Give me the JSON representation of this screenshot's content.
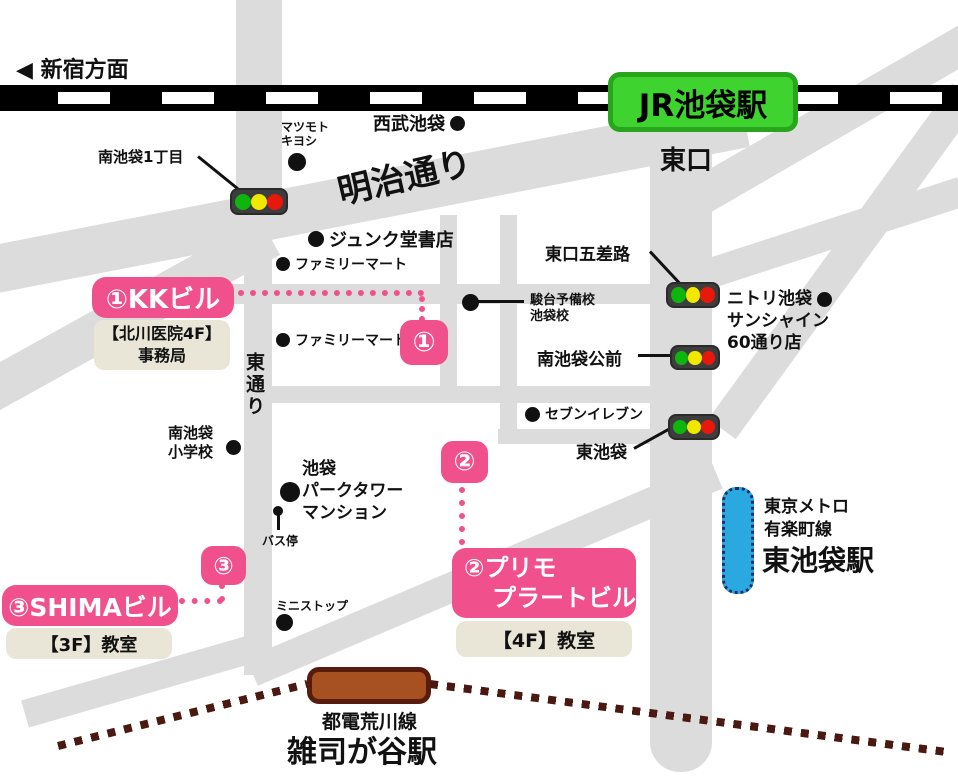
{
  "header": {
    "direction_sign": "◀ 新宿方面"
  },
  "stations": {
    "jr": {
      "label": "JR池袋駅",
      "exit": "東口"
    },
    "metro": {
      "line1": "東京メトロ",
      "line2": "有楽町線",
      "name": "東池袋駅"
    },
    "tram": {
      "line": "都電荒川線",
      "name": "雑司が谷駅"
    }
  },
  "streets": {
    "meiji": "明治通り",
    "higashi": "東通り"
  },
  "traffic_lights": {
    "t1": {
      "label": "南池袋1丁目"
    },
    "t2": {
      "label": "東口五差路"
    },
    "t3": {
      "label": "南池袋公前"
    },
    "t4": {
      "label": "東池袋"
    }
  },
  "pois": {
    "seibu": "西武池袋",
    "matsumoto": {
      "line1": "マツモト",
      "line2": "キヨシ"
    },
    "junkudo": "ジュンク堂書店",
    "familymart1": "ファミリーマート",
    "familymart2": "ファミリーマート",
    "sundai": {
      "line1": "駿台予備校",
      "line2": "池袋校"
    },
    "nitori": {
      "line1": "ニトリ池袋",
      "line2": "サンシャイン",
      "line3": "60通り店"
    },
    "seveneleven": "セブンイレブン",
    "elementary": {
      "line1": "南池袋",
      "line2": "小学校"
    },
    "parktower": {
      "line1": "池袋",
      "line2": "パークタワー",
      "line3": "マンション"
    },
    "busstop": "バス停",
    "ministop": "ミニストップ"
  },
  "destinations": {
    "d1": {
      "badge": "①",
      "title": "①KKビル",
      "note1": "【北川医院4F】",
      "note2": "事務局"
    },
    "d2": {
      "badge": "②",
      "title1": "②プリモ",
      "title2": "プラートビル",
      "note": "【4F】教室"
    },
    "d3": {
      "badge": "③",
      "title": "③SHIMAビル",
      "note": "【3F】教室"
    }
  },
  "colors": {
    "road": "#dcdcdc",
    "accent_pink": "#f0508c",
    "note_beige": "#eae6d7",
    "jr_green": "#3ed32e",
    "jr_green_border": "#28a51d",
    "metro_blue": "#2aa9e0",
    "metro_border_navy": "#1b2d6b",
    "tram_brown": "#a6511f",
    "tram_border": "#571c0d",
    "tram_line_dots": "#4a1a12",
    "signal_green": "#0db50d",
    "signal_yellow": "#f2e700",
    "signal_red": "#e8180c"
  }
}
